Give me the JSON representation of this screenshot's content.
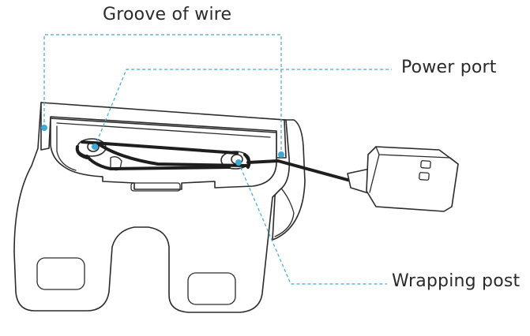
{
  "labels": {
    "groove_of_wire": "Groove of wire",
    "power_port": "Power port",
    "wrapping_post": "Wrapping post"
  },
  "colors": {
    "leader_line": "#3fa9d6",
    "outline": "#2b2b2b",
    "background": "#ffffff"
  }
}
